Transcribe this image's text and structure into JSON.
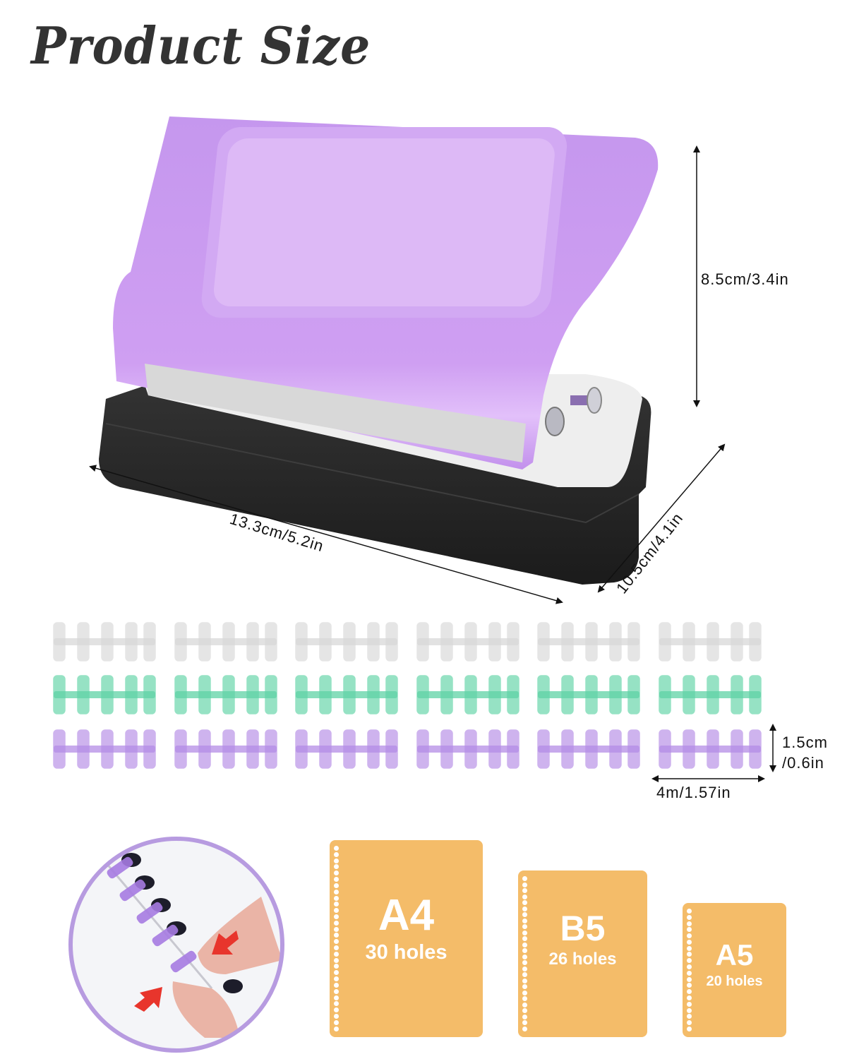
{
  "title": "Product Size",
  "product": {
    "name": "binder hole punch",
    "colors": {
      "lid": "#c89af0",
      "lid_panel": "#dcb8f5",
      "base": "#2a2a2a",
      "plate": "#eeeeee",
      "accent_purple": "#b48ce6"
    }
  },
  "dimensions": {
    "height": "8.5cm/3.4in",
    "width": "13.3cm/5.2in",
    "depth": "10.5cm/4.1in"
  },
  "rings": {
    "rows": [
      {
        "color_name": "clear",
        "color": "#d8d8d8",
        "count": 6
      },
      {
        "color_name": "green",
        "color": "#5fd3a6",
        "count": 6
      },
      {
        "color_name": "purple",
        "color": "#b48ce6",
        "count": 6
      }
    ],
    "height_label_line1": "1.5cm",
    "height_label_line2": "/0.6in",
    "width_label": "4m/1.57in"
  },
  "usage_image": {
    "description": "fingers pressing purple binder rings into punched paper",
    "arrow_color": "#e8352c",
    "border_color": "#b79be0"
  },
  "paper_sizes": [
    {
      "size": "A4",
      "holes": "30 holes",
      "hole_dots": 30
    },
    {
      "size": "B5",
      "holes": "26 holes",
      "hole_dots": 26
    },
    {
      "size": "A5",
      "holes": "20 holes",
      "hole_dots": 20
    }
  ],
  "paper_color": "#f4bc69"
}
